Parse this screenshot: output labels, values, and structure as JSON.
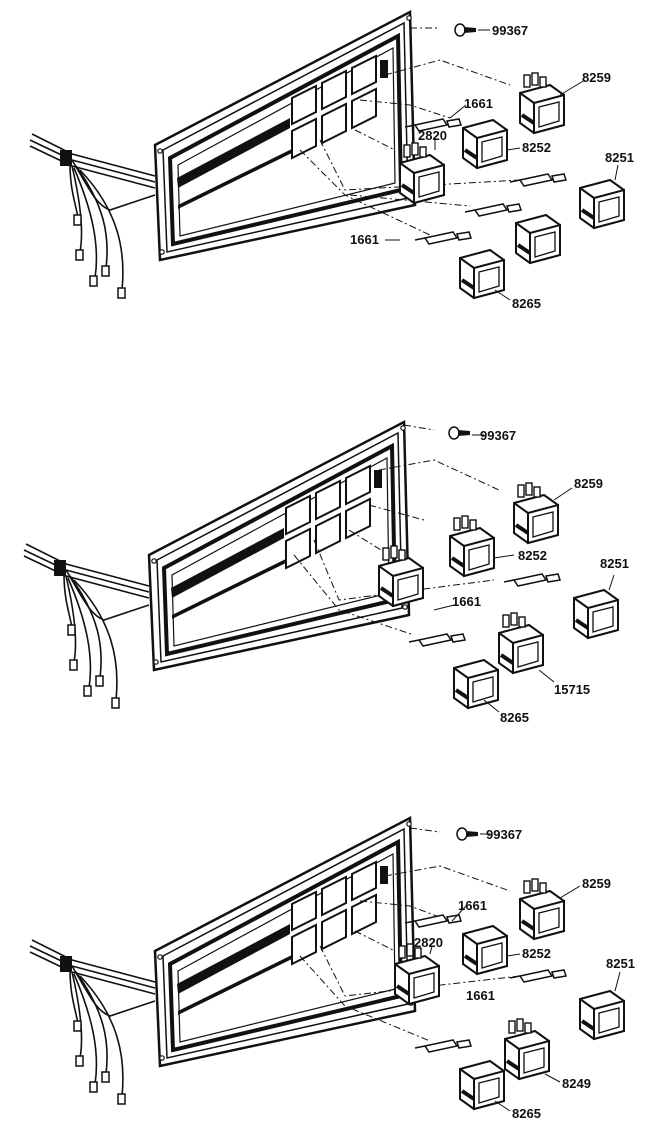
{
  "colors": {
    "ink": "#111111",
    "paper": "#ffffff"
  },
  "diagrams": [
    {
      "name": "diagram-top",
      "labels": {
        "screw": "99367",
        "sw_top": "8259",
        "connector_upper": "1661",
        "sw_left": "2820",
        "sw_mid": "8252",
        "sw_right": "8251",
        "connector_lower": "1661",
        "sw_bottom": "8265"
      }
    },
    {
      "name": "diagram-middle",
      "labels": {
        "screw": "99367",
        "sw_top": "8259",
        "sw_mid": "8252",
        "sw_right": "8251",
        "connector": "1661",
        "sw_lower_right": "15715",
        "sw_bottom": "8265"
      }
    },
    {
      "name": "diagram-bottom",
      "labels": {
        "screw": "99367",
        "sw_top": "8259",
        "connector_upper": "1661",
        "sw_left": "2820",
        "sw_mid": "8252",
        "sw_right": "8251",
        "connector_lower": "1661",
        "sw_lower_right": "8249",
        "sw_bottom": "8265"
      }
    }
  ]
}
